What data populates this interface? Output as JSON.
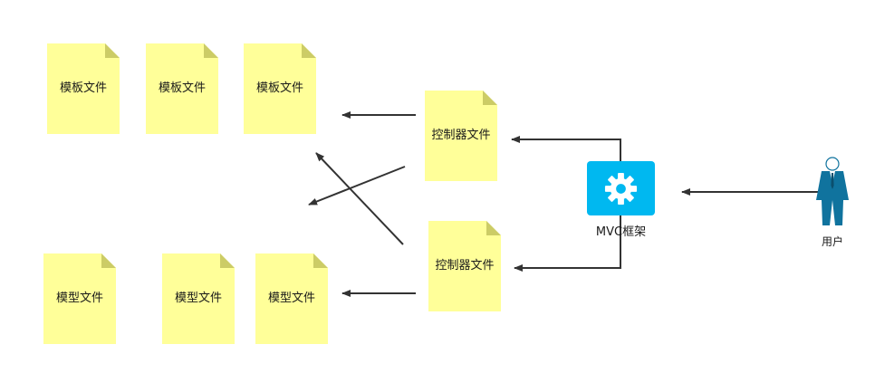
{
  "documents": {
    "template_1": "模板文件",
    "template_2": "模板文件",
    "template_3": "模板文件",
    "model_1": "模型文件",
    "model_2": "模型文件",
    "model_3": "模型文件",
    "controller_1": "控制器文件",
    "controller_2": "控制器文件"
  },
  "framework": {
    "label": "MVC框架",
    "icon": "gear-icon"
  },
  "user": {
    "label": "用户",
    "icon": "user-icon"
  },
  "colors": {
    "doc_fill": "#ffff99",
    "doc_fold": "#cccc66",
    "framework_fill": "#00b8f0",
    "user_fill": "#10739e",
    "arrow": "#333333"
  }
}
